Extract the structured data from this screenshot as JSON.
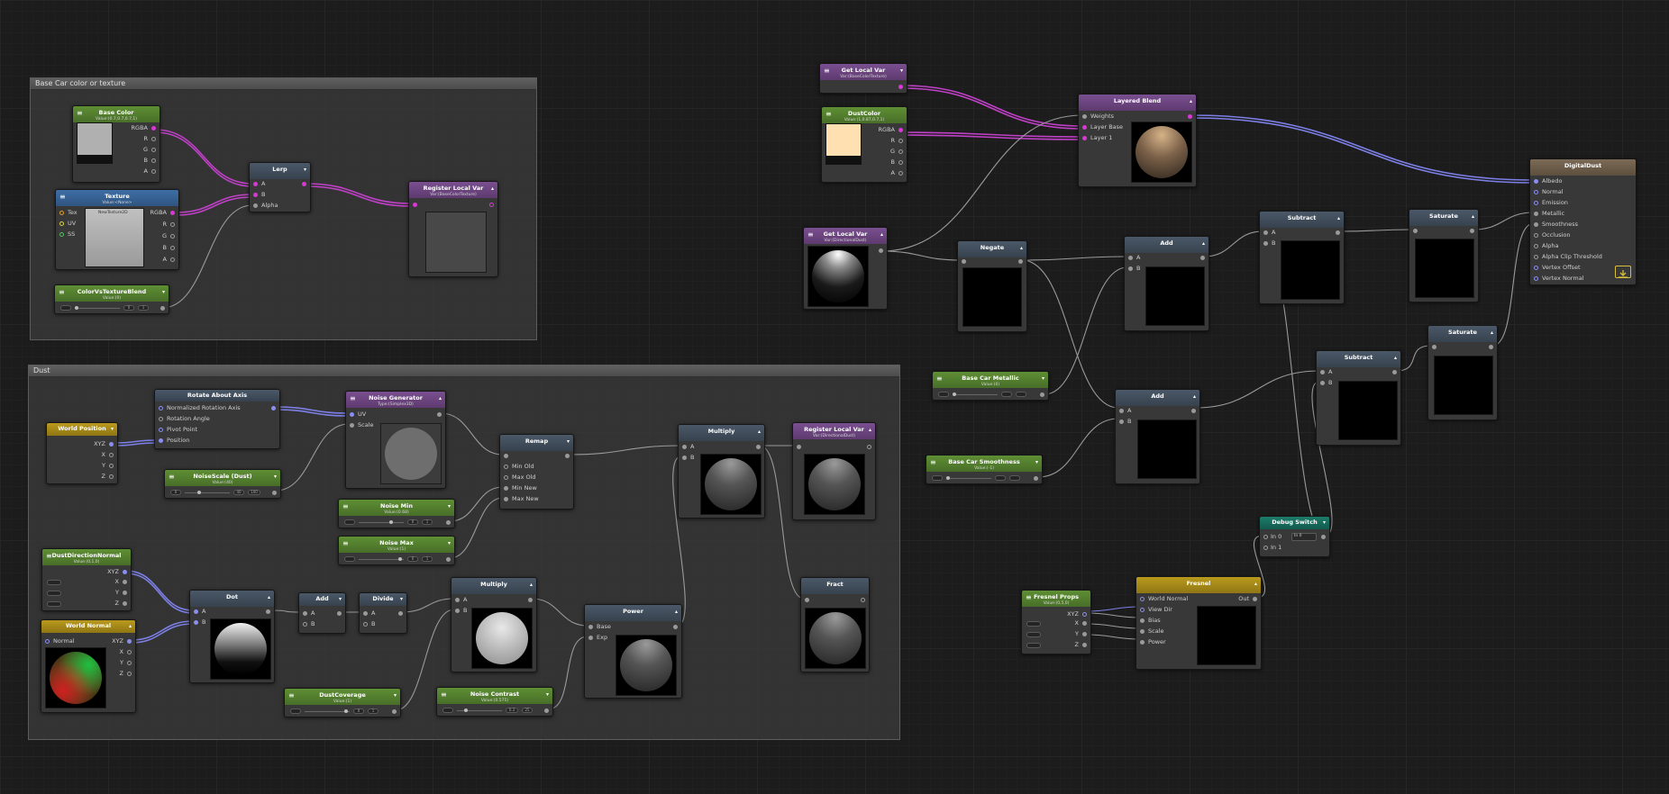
{
  "groups": {
    "base": "Base Car color or texture",
    "dust": "Dust"
  },
  "nodes": {
    "base_color": {
      "title": "Base Color",
      "sub": "Value:(0.7,0.7,0.7,1)",
      "out": [
        "RGBA",
        "R",
        "G",
        "B",
        "A"
      ]
    },
    "texture": {
      "title": "Texture",
      "sub": "Value:<None>",
      "in": [
        "Tex",
        "UV",
        "SS"
      ],
      "out": [
        "RGBA",
        "R",
        "G",
        "B",
        "A"
      ],
      "preview_label": "NewTexture2D"
    },
    "lerp": {
      "title": "Lerp",
      "in": [
        "A",
        "B",
        "Alpha"
      ]
    },
    "register_base": {
      "title": "Register Local Var",
      "sub": "Var:(BaseColorTexture)"
    },
    "color_vs_texture": {
      "title": "ColorVsTextureBlend",
      "sub": "Value:(0)",
      "min": "0",
      "max": "1"
    },
    "get_local_1": {
      "title": "Get Local Var",
      "sub": "Var:(BaseColorTexture)"
    },
    "dust_color": {
      "title": "DustColor",
      "sub": "Value:(1,0.87,0.7,1)",
      "out": [
        "RGBA",
        "R",
        "G",
        "B",
        "A"
      ],
      "swatch": "#ffe0b0"
    },
    "layered_blend": {
      "title": "Layered Blend",
      "in": [
        "Weights",
        "Layer Base",
        "Layer 1"
      ]
    },
    "digital_dust": {
      "title": "DigitalDust",
      "in": [
        "Albedo",
        "Normal",
        "Emission",
        "Metallic",
        "Smoothness",
        "Occlusion",
        "Alpha",
        "Alpha Clip Threshold",
        "Vertex Offset",
        "Vertex Normal"
      ]
    },
    "get_local_2": {
      "title": "Get Local Var",
      "sub": "Var:(DirectionalDust)"
    },
    "negate": {
      "title": "Negate"
    },
    "add_1": {
      "title": "Add",
      "in": [
        "A",
        "B"
      ]
    },
    "subtract_1": {
      "title": "Subtract",
      "in": [
        "A",
        "B"
      ]
    },
    "saturate_1": {
      "title": "Saturate"
    },
    "base_metallic": {
      "title": "Base Car Metallic",
      "sub": "Value:(0)"
    },
    "add_2": {
      "title": "Add",
      "in": [
        "A",
        "B"
      ]
    },
    "subtract_2": {
      "title": "Subtract",
      "in": [
        "A",
        "B"
      ]
    },
    "saturate_2": {
      "title": "Saturate"
    },
    "base_smoothness": {
      "title": "Base Car Smoothness",
      "sub": "Value:(-1)"
    },
    "debug_switch": {
      "title": "Debug Switch",
      "in": [
        "In 0",
        "In 1"
      ],
      "dropdown": "In 0"
    },
    "fresnel_props": {
      "title": "Fresnel Props",
      "sub": "Value:(0,5,0)",
      "out": [
        "XYZ",
        "X",
        "Y",
        "Z"
      ]
    },
    "fresnel": {
      "title": "Fresnel",
      "in": [
        "World Normal",
        "View Dir",
        "Bias",
        "Scale",
        "Power"
      ],
      "out": "Out"
    },
    "world_position": {
      "title": "World Position",
      "out": [
        "XYZ",
        "X",
        "Y",
        "Z"
      ]
    },
    "rotate_axis": {
      "title": "Rotate About Axis",
      "in": [
        "Normalized Rotation Axis",
        "Rotation Angle",
        "Pivot Point",
        "Position"
      ]
    },
    "noise_generator": {
      "title": "Noise Generator",
      "sub": "Type:(Simplex3D)",
      "in": [
        "UV",
        "Scale"
      ]
    },
    "noise_scale": {
      "title": "NoiseScale (Dust)",
      "sub": "Value:(40)",
      "min": "0",
      "max": "40",
      "val": "100"
    },
    "remap": {
      "title": "Remap",
      "in": [
        "Min Old",
        "Max Old",
        "Min New",
        "Max New"
      ]
    },
    "noise_min": {
      "title": "Noise Min",
      "sub": "Value:(0.68)",
      "min": "0",
      "max": "1"
    },
    "noise_max": {
      "title": "Noise Max",
      "sub": "Value:(1)",
      "min": "0",
      "max": "1"
    },
    "multiply_1": {
      "title": "Multiply",
      "in": [
        "A",
        "B"
      ]
    },
    "register_dust": {
      "title": "Register Local Var",
      "sub": "Var:(DirectionalDust)"
    },
    "dust_dir_normal": {
      "title": "DustDirectionNormal",
      "sub": "Value:(0,1,0)",
      "out": [
        "XYZ",
        "X",
        "Y",
        "Z"
      ]
    },
    "world_normal": {
      "title": "World Normal",
      "in": [
        "Normal"
      ],
      "out": [
        "XYZ",
        "X",
        "Y",
        "Z"
      ]
    },
    "dot": {
      "title": "Dot",
      "in": [
        "A",
        "B"
      ]
    },
    "add_small": {
      "title": "Add",
      "in": [
        "A",
        "B"
      ]
    },
    "divide": {
      "title": "Divide",
      "in": [
        "A",
        "B"
      ]
    },
    "multiply_2": {
      "title": "Multiply",
      "in": [
        "A",
        "B"
      ]
    },
    "power": {
      "title": "Power",
      "in": [
        "Base",
        "Exp"
      ]
    },
    "frac": {
      "title": "Fract"
    },
    "dust_coverage": {
      "title": "DustCoverage",
      "sub": "Value:(1)",
      "min": "0",
      "max": "1"
    },
    "noise_contrast": {
      "title": "Noise Contrast",
      "sub": "Value:(0.575)",
      "min": "0.3",
      "max": "25"
    }
  },
  "colors": {
    "wire_color": "#c040c8",
    "wire_vector": "#7d80e8",
    "wire_float": "#9a9a9a",
    "canvas": "#1c1c1c"
  }
}
